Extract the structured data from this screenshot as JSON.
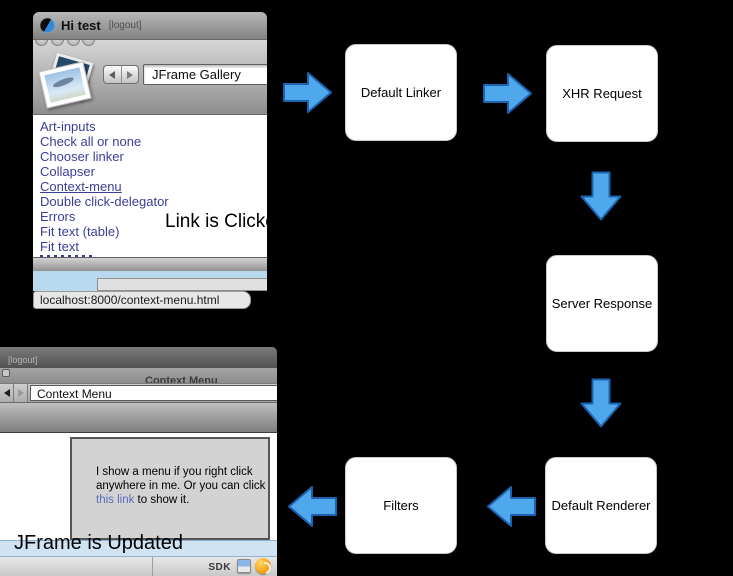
{
  "flow": {
    "nodes": [
      {
        "label": "Default Linker"
      },
      {
        "label": "XHR Request"
      },
      {
        "label": "Server Response"
      },
      {
        "label": "Default Renderer"
      },
      {
        "label": "Filters"
      }
    ],
    "arrows": [
      {
        "from": "browser",
        "to": "Default Linker",
        "direction": "right"
      },
      {
        "from": "Default Linker",
        "to": "XHR Request",
        "direction": "right"
      },
      {
        "from": "XHR Request",
        "to": "Server Response",
        "direction": "down"
      },
      {
        "from": "Server Response",
        "to": "Default Renderer",
        "direction": "down"
      },
      {
        "from": "Default Renderer",
        "to": "Filters",
        "direction": "left"
      },
      {
        "from": "Filters",
        "to": "browser",
        "direction": "left"
      }
    ],
    "annotations": {
      "link_clicked": "Link is Clicked",
      "jframe_updated": "JFrame is Updated"
    },
    "colors": {
      "background": "#000000",
      "node_bg": "#FFFFFF",
      "arrow_fill": "#4FA8EC",
      "arrow_stroke": "#1C62AE"
    }
  },
  "browser_top": {
    "titlebar": {
      "title": "Hi test",
      "logout": "[logout]"
    },
    "toolbar": {
      "field": "JFrame Gallery"
    },
    "links": [
      "Art-inputs",
      "Check all or none",
      "Chooser linker",
      "Collapser",
      "Context-menu",
      "Double click-delegator",
      "Errors",
      "Fit text (table)",
      "Fit text"
    ],
    "active_link": "Context-menu",
    "status_url": "localhost:8000/context-menu.html",
    "link_color": "#3b3e96"
  },
  "browser_bottom": {
    "titlebar": {
      "logout": "[logout]",
      "window_title": "Context Menu"
    },
    "toolbar": {
      "field": "Context Menu"
    },
    "content": {
      "text_before": "I show a menu if you right click anywhere in me. Or you can click ",
      "link": "this link",
      "text_after": " to show it."
    },
    "statusbar": {
      "sdk_label": "SDK"
    }
  }
}
